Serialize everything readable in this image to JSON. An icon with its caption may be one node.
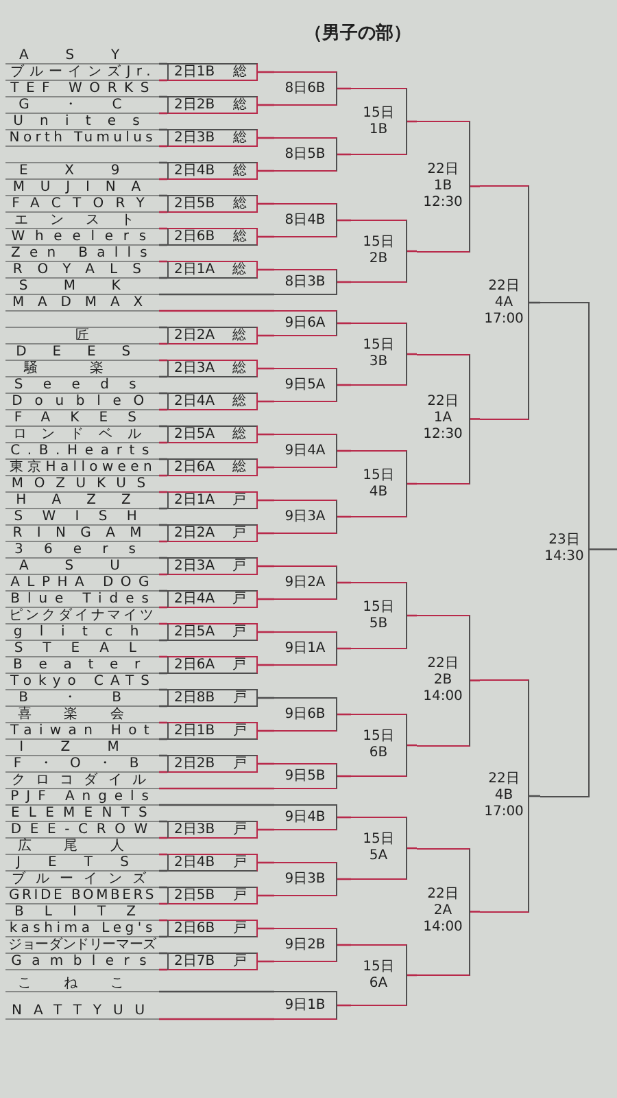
{
  "diagram": {
    "title": "（男子の部）",
    "nodes": [
      {
        "text": [
          "ASY"
        ]
      },
      {
        "text": [
          "ブルーインズJr."
        ]
      },
      {
        "text": [
          "TEF WORKS"
        ]
      },
      {
        "text": [
          "G・C"
        ]
      },
      {
        "text": [
          "Unites"
        ]
      },
      {
        "text": [
          "North Tumulus"
        ]
      },
      {
        "text": [],
        "shape": "box"
      },
      {
        "text": [
          "EX9"
        ]
      },
      {
        "text": [
          "MUJINA"
        ]
      },
      {
        "text": [
          "FACTORY"
        ]
      },
      {
        "text": [
          "エンスト"
        ]
      },
      {
        "text": [
          "Wheelers"
        ]
      },
      {
        "text": [
          "Zen Balls"
        ]
      },
      {
        "text": [
          "ROYALS"
        ]
      },
      {
        "text": [
          "SMK"
        ]
      },
      {
        "text": [
          "MADMAX"
        ]
      },
      {
        "text": [],
        "shape": "box"
      },
      {
        "text": [
          "匠"
        ]
      },
      {
        "text": [
          "DEES"
        ]
      },
      {
        "text": [
          "騒楽"
        ]
      },
      {
        "text": [
          "Seeds"
        ]
      },
      {
        "text": [
          "DoubleO"
        ]
      },
      {
        "text": [
          "FAKES"
        ]
      },
      {
        "text": [
          "ロンドベル"
        ]
      },
      {
        "text": [
          "C.B.Hearts"
        ]
      },
      {
        "text": [
          "東京Halloween"
        ]
      },
      {
        "text": [
          "MOZUKUS"
        ]
      },
      {
        "text": [
          "HAZZ"
        ]
      },
      {
        "text": [
          "SWISH"
        ]
      },
      {
        "text": [
          "RINGAM"
        ]
      },
      {
        "text": [
          "36ers"
        ]
      },
      {
        "text": [
          "ASU"
        ]
      },
      {
        "text": [
          "ALPHA DOG"
        ]
      },
      {
        "text": [
          "Blue Tides"
        ]
      },
      {
        "text": [
          "ピンクダイナマイツ"
        ]
      },
      {
        "text": [
          "glitch"
        ]
      },
      {
        "text": [
          "STEAL"
        ]
      },
      {
        "text": [
          "Beater"
        ]
      },
      {
        "text": [
          "Tokyo CATS"
        ]
      },
      {
        "text": [
          "B・B"
        ]
      },
      {
        "text": [
          "喜楽会"
        ]
      },
      {
        "text": [
          "Taiwan Hot"
        ]
      },
      {
        "text": [
          "IZM"
        ]
      },
      {
        "text": [
          "F・O・B"
        ]
      },
      {
        "text": [
          "クロコダイル"
        ]
      },
      {
        "text": [
          "PJF Angels"
        ]
      },
      {
        "text": [
          "ELEMENTS"
        ]
      },
      {
        "text": [
          "DEE-CROW"
        ]
      },
      {
        "text": [
          "広尾人"
        ]
      },
      {
        "text": [
          "JETS"
        ]
      },
      {
        "text": [
          "ブルーインズ"
        ]
      },
      {
        "text": [
          "GRIDE BOMBERS"
        ]
      },
      {
        "text": [
          "BLITZ"
        ]
      },
      {
        "text": [
          "kashima Leg's"
        ]
      },
      {
        "text": [
          "ジョーダンドリーマーズ"
        ]
      },
      {
        "text": [
          "Gamblers"
        ]
      },
      {
        "text": [
          "こねこ"
        ]
      },
      {
        "text": [
          "NATTYUU"
        ]
      },
      {
        "text": [
          "2日1B 総"
        ]
      },
      {
        "text": [
          "2日2B 総"
        ]
      },
      {
        "text": [
          "2日3B 総"
        ]
      },
      {
        "text": [
          "2日4B 総"
        ]
      },
      {
        "text": [
          "2日5B 総"
        ]
      },
      {
        "text": [
          "2日6B 総"
        ]
      },
      {
        "text": [
          "2日1A 総"
        ]
      },
      {
        "text": [
          "2日2A 総"
        ]
      },
      {
        "text": [
          "2日3A 総"
        ]
      },
      {
        "text": [
          "2日4A 総"
        ]
      },
      {
        "text": [
          "2日5A 総"
        ]
      },
      {
        "text": [
          "2日6A 総"
        ]
      },
      {
        "text": [
          "2日1A 戸"
        ]
      },
      {
        "text": [
          "2日2A 戸"
        ]
      },
      {
        "text": [
          "2日3A 戸"
        ]
      },
      {
        "text": [
          "2日4A 戸"
        ]
      },
      {
        "text": [
          "2日5A 戸"
        ]
      },
      {
        "text": [
          "2日6A 戸"
        ]
      },
      {
        "text": [
          "2日8B 戸"
        ]
      },
      {
        "text": [
          "2日1B 戸"
        ]
      },
      {
        "text": [
          "2日2B 戸"
        ]
      },
      {
        "text": [
          "2日3B 戸"
        ]
      },
      {
        "text": [
          "2日4B 戸"
        ]
      },
      {
        "text": [
          "2日5B 戸"
        ]
      },
      {
        "text": [
          "2日6B 戸"
        ]
      },
      {
        "text": [
          "2日7B 戸"
        ]
      },
      {
        "text": [
          "8日6B"
        ]
      },
      {
        "text": [
          "8日5B"
        ]
      },
      {
        "text": [
          "8日4B"
        ]
      },
      {
        "text": [
          "8日3B"
        ]
      },
      {
        "text": [
          "9日6A"
        ]
      },
      {
        "text": [
          "9日5A"
        ]
      },
      {
        "text": [
          "9日4A"
        ]
      },
      {
        "text": [
          "9日3A"
        ]
      },
      {
        "text": [
          "9日2A"
        ]
      },
      {
        "text": [
          "9日1A"
        ]
      },
      {
        "text": [
          "9日6B"
        ]
      },
      {
        "text": [
          "9日5B"
        ]
      },
      {
        "text": [
          "9日4B"
        ]
      },
      {
        "text": [
          "9日3B"
        ]
      },
      {
        "text": [
          "9日2B"
        ]
      },
      {
        "text": [
          "9日1B"
        ]
      },
      {
        "text": [
          "15日 1B"
        ]
      },
      {
        "text": [
          "15日 2B"
        ]
      },
      {
        "text": [
          "15日 3B"
        ]
      },
      {
        "text": [
          "15日 4B"
        ]
      },
      {
        "text": [
          "15日 5B"
        ]
      },
      {
        "text": [
          "15日 6B"
        ]
      },
      {
        "text": [
          "15日 5A"
        ]
      },
      {
        "text": [
          "15日 6A"
        ]
      },
      {
        "text": [
          "22日 1B 12:30"
        ]
      },
      {
        "text": [
          "22日 1A 12:30"
        ]
      },
      {
        "text": [
          "22日 2B 14:00"
        ]
      },
      {
        "text": [
          "22日 2A 14:00"
        ]
      },
      {
        "text": [
          "22日 4A 17:00"
        ]
      },
      {
        "text": [
          "22日 4B 17:00"
        ]
      },
      {
        "text": [
          "23日 14:30"
        ]
      }
    ],
    "edges": [
      {
        "from": 0,
        "to": 58,
        "arrow": "none",
        "color": "#4f4f4f"
      },
      {
        "from": 1,
        "to": 58,
        "arrow": "none"
      },
      {
        "from": 2,
        "to": 59,
        "arrow": "none",
        "color": "#4f4f4f"
      },
      {
        "from": 3,
        "to": 59,
        "arrow": "none"
      },
      {
        "from": 4,
        "to": 60,
        "arrow": "none",
        "color": "#4f4f4f"
      },
      {
        "from": 5,
        "to": 60,
        "arrow": "none"
      },
      {
        "from": 6,
        "to": 61,
        "arrow": "none",
        "color": "#4f4f4f"
      },
      {
        "from": 7,
        "to": 61,
        "arrow": "none"
      },
      {
        "from": 8,
        "to": 62,
        "arrow": "none",
        "color": "#4f4f4f"
      },
      {
        "from": 9,
        "to": 62,
        "arrow": "none"
      },
      {
        "from": 10,
        "to": 63,
        "arrow": "none"
      },
      {
        "from": 11,
        "to": 63,
        "arrow": "none",
        "color": "#4f4f4f"
      },
      {
        "from": 12,
        "to": 64,
        "arrow": "none"
      },
      {
        "from": 13,
        "to": 64,
        "arrow": "none",
        "color": "#4f4f4f"
      },
      {
        "from": 14,
        "to": 87,
        "arrow": "none",
        "color": "#4f4f4f"
      },
      {
        "from": 15,
        "to": 88,
        "arrow": "none"
      },
      {
        "from": 16,
        "to": 65,
        "arrow": "none",
        "color": "#4f4f4f"
      },
      {
        "from": 17,
        "to": 65,
        "arrow": "none"
      },
      {
        "from": 18,
        "to": 66,
        "arrow": "none"
      },
      {
        "from": 19,
        "to": 66,
        "arrow": "none",
        "color": "#4f4f4f"
      },
      {
        "from": 20,
        "to": 67,
        "arrow": "none",
        "color": "#4f4f4f"
      },
      {
        "from": 21,
        "to": 67,
        "arrow": "none"
      },
      {
        "from": 22,
        "to": 68,
        "arrow": "none",
        "color": "#4f4f4f"
      },
      {
        "from": 23,
        "to": 68,
        "arrow": "none"
      },
      {
        "from": 24,
        "to": 69,
        "arrow": "none",
        "color": "#4f4f4f"
      },
      {
        "from": 25,
        "to": 69,
        "arrow": "none"
      },
      {
        "from": 26,
        "to": 70,
        "arrow": "none"
      },
      {
        "from": 27,
        "to": 70,
        "arrow": "none",
        "color": "#4f4f4f"
      },
      {
        "from": 28,
        "to": 71,
        "arrow": "none",
        "color": "#4f4f4f"
      },
      {
        "from": 29,
        "to": 71,
        "arrow": "none"
      },
      {
        "from": 30,
        "to": 72,
        "arrow": "none",
        "color": "#4f4f4f"
      },
      {
        "from": 31,
        "to": 72,
        "arrow": "none"
      },
      {
        "from": 32,
        "to": 73,
        "arrow": "none",
        "color": "#4f4f4f"
      },
      {
        "from": 33,
        "to": 73,
        "arrow": "none"
      },
      {
        "from": 34,
        "to": 74,
        "arrow": "none"
      },
      {
        "from": 35,
        "to": 74,
        "arrow": "none",
        "color": "#4f4f4f"
      },
      {
        "from": 36,
        "to": 75,
        "arrow": "none"
      },
      {
        "from": 37,
        "to": 75,
        "arrow": "none",
        "color": "#4f4f4f"
      },
      {
        "from": 38,
        "to": 76,
        "arrow": "none",
        "color": "#4f4f4f"
      },
      {
        "from": 39,
        "to": 76,
        "arrow": "none",
        "color": "#4f4f4f"
      },
      {
        "from": 40,
        "to": 77,
        "arrow": "none"
      },
      {
        "from": 41,
        "to": 77,
        "arrow": "none",
        "color": "#4f4f4f"
      },
      {
        "from": 42,
        "to": 78,
        "arrow": "none",
        "color": "#4f4f4f"
      },
      {
        "from": 43,
        "to": 78,
        "arrow": "none"
      },
      {
        "from": 44,
        "to": 95,
        "arrow": "none"
      },
      {
        "from": 45,
        "to": 96,
        "arrow": "none",
        "color": "#4f4f4f"
      },
      {
        "from": 46,
        "to": 79,
        "arrow": "none",
        "color": "#4f4f4f"
      },
      {
        "from": 47,
        "to": 79,
        "arrow": "none"
      },
      {
        "from": 48,
        "to": 80,
        "arrow": "none"
      },
      {
        "from": 49,
        "to": 80,
        "arrow": "none",
        "color": "#4f4f4f"
      },
      {
        "from": 50,
        "to": 81,
        "arrow": "none",
        "color": "#4f4f4f"
      },
      {
        "from": 51,
        "to": 81,
        "arrow": "none"
      },
      {
        "from": 52,
        "to": 82,
        "arrow": "none"
      },
      {
        "from": 53,
        "to": 82,
        "arrow": "none",
        "color": "#4f4f4f"
      },
      {
        "from": 54,
        "to": 83,
        "arrow": "none",
        "color": "#4f4f4f"
      },
      {
        "from": 55,
        "to": 83,
        "arrow": "none"
      },
      {
        "from": 56,
        "to": 99,
        "arrow": "none",
        "color": "#4f4f4f"
      },
      {
        "from": 57,
        "to": 99,
        "arrow": "none"
      },
      {
        "from": 58,
        "to": 84,
        "arrow": "none"
      },
      {
        "from": 59,
        "to": 84,
        "arrow": "none"
      },
      {
        "from": 60,
        "to": 85,
        "arrow": "none"
      },
      {
        "from": 61,
        "to": 85,
        "arrow": "none"
      },
      {
        "from": 62,
        "to": 86,
        "arrow": "none"
      },
      {
        "from": 63,
        "to": 86,
        "arrow": "none"
      },
      {
        "from": 64,
        "to": 87,
        "arrow": "none"
      },
      {
        "from": 65,
        "to": 88,
        "arrow": "none"
      },
      {
        "from": 66,
        "to": 89,
        "arrow": "none"
      },
      {
        "from": 67,
        "to": 89,
        "arrow": "none"
      },
      {
        "from": 68,
        "to": 90,
        "arrow": "none"
      },
      {
        "from": 69,
        "to": 90,
        "arrow": "none"
      },
      {
        "from": 70,
        "to": 91,
        "arrow": "none"
      },
      {
        "from": 71,
        "to": 91,
        "arrow": "none"
      },
      {
        "from": 72,
        "to": 92,
        "arrow": "none"
      },
      {
        "from": 73,
        "to": 92,
        "arrow": "none"
      },
      {
        "from": 74,
        "to": 93,
        "arrow": "none"
      },
      {
        "from": 75,
        "to": 93,
        "arrow": "none"
      },
      {
        "from": 76,
        "to": 94,
        "arrow": "none",
        "color": "#4f4f4f"
      },
      {
        "from": 77,
        "to": 94,
        "arrow": "none"
      },
      {
        "from": 78,
        "to": 95,
        "arrow": "none"
      },
      {
        "from": 79,
        "to": 96,
        "arrow": "none"
      },
      {
        "from": 80,
        "to": 97,
        "arrow": "none"
      },
      {
        "from": 81,
        "to": 97,
        "arrow": "none"
      },
      {
        "from": 82,
        "to": 98,
        "arrow": "none"
      },
      {
        "from": 83,
        "to": 98,
        "arrow": "none"
      },
      {
        "from": 84,
        "to": 100,
        "arrow": "none"
      },
      {
        "from": 85,
        "to": 100,
        "arrow": "none"
      },
      {
        "from": 86,
        "to": 101,
        "arrow": "none"
      },
      {
        "from": 87,
        "to": 101,
        "arrow": "none"
      },
      {
        "from": 88,
        "to": 102,
        "arrow": "none"
      },
      {
        "from": 89,
        "to": 102,
        "arrow": "none"
      },
      {
        "from": 90,
        "to": 103,
        "arrow": "none"
      },
      {
        "from": 91,
        "to": 103,
        "arrow": "none"
      },
      {
        "from": 92,
        "to": 104,
        "arrow": "none"
      },
      {
        "from": 93,
        "to": 104,
        "arrow": "none"
      },
      {
        "from": 94,
        "to": 105,
        "arrow": "none"
      },
      {
        "from": 95,
        "to": 105,
        "arrow": "none"
      },
      {
        "from": 96,
        "to": 106,
        "arrow": "none"
      },
      {
        "from": 97,
        "to": 106,
        "arrow": "none"
      },
      {
        "from": 98,
        "to": 107,
        "arrow": "none"
      },
      {
        "from": 99,
        "to": 107,
        "arrow": "none"
      },
      {
        "from": 100,
        "to": 108,
        "arrow": "none"
      },
      {
        "from": 101,
        "to": 108,
        "arrow": "none"
      },
      {
        "from": 102,
        "to": 109,
        "arrow": "none"
      },
      {
        "from": 103,
        "to": 109,
        "arrow": "none"
      },
      {
        "from": 104,
        "to": 110,
        "arrow": "none"
      },
      {
        "from": 105,
        "to": 110,
        "arrow": "none"
      },
      {
        "from": 106,
        "to": 111,
        "arrow": "none"
      },
      {
        "from": 107,
        "to": 111,
        "arrow": "none"
      },
      {
        "from": 108,
        "to": 112,
        "arrow": "none"
      },
      {
        "from": 109,
        "to": 112,
        "arrow": "none"
      },
      {
        "from": 110,
        "to": 113,
        "arrow": "none"
      },
      {
        "from": 111,
        "to": 113,
        "arrow": "none"
      },
      {
        "from": 112,
        "to": 114,
        "arrow": "none",
        "color": "#4f4f4f"
      },
      {
        "from": 113,
        "to": 114,
        "arrow": "none",
        "color": "#4f4f4f"
      },
      {
        "from": 114,
        "to": null,
        "arrow": "none",
        "color": "#4f4f4f"
      }
    ]
  }
}
